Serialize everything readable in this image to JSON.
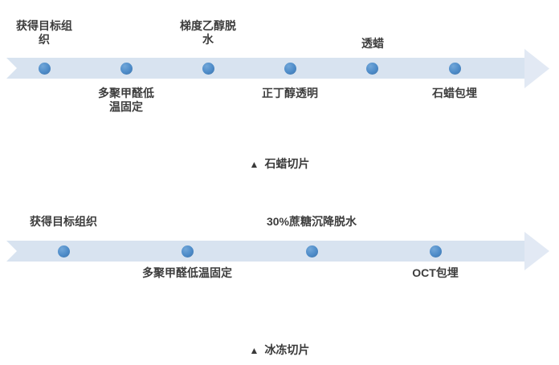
{
  "colors": {
    "band": "#d8e3f0",
    "arrowhead": "#e2e9f4",
    "dot": "#4d8bc8",
    "dot-light": "#72a7d9",
    "dot-dark": "#3e73a8",
    "text": "#3d3d3d",
    "caption": "#3a3a3a"
  },
  "timelines": [
    {
      "name": "paraffin-section-timeline",
      "caption_marker": "▲",
      "caption": "石蜡切片",
      "steps": [
        {
          "label": "获得目标组\n织"
        },
        {
          "label": "多聚甲醛低\n温固定"
        },
        {
          "label": "梯度乙醇脱\n水"
        },
        {
          "label": "正丁醇透明"
        },
        {
          "label": "透蜡"
        },
        {
          "label": "石蜡包埋"
        }
      ]
    },
    {
      "name": "frozen-section-timeline",
      "caption_marker": "▲",
      "caption": "冰冻切片",
      "steps": [
        {
          "label": "获得目标组织"
        },
        {
          "label": "多聚甲醛低温固定"
        },
        {
          "label": "30%蔗糖沉降脱水"
        },
        {
          "label": "OCT包埋"
        }
      ]
    }
  ]
}
